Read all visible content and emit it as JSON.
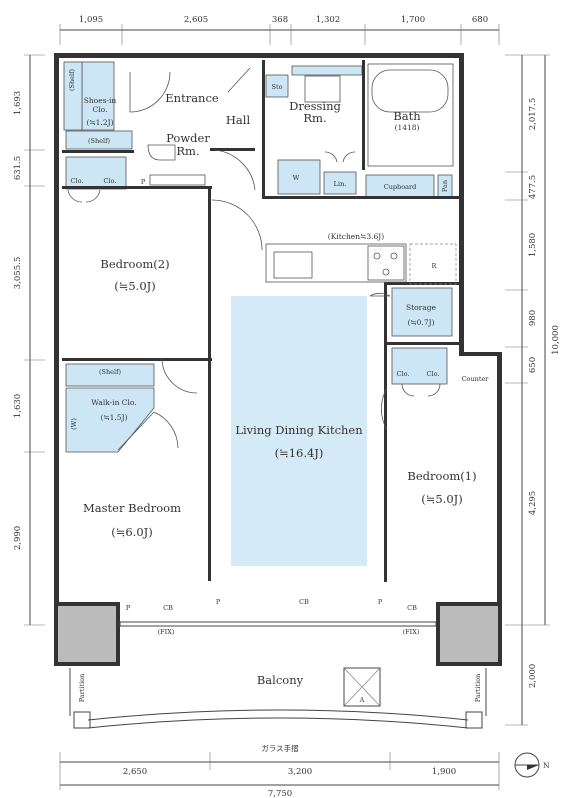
{
  "dimensions": {
    "top": [
      "1,095",
      "2,605",
      "368",
      "1,302",
      "1,700",
      "680"
    ],
    "bottom": [
      "2,650",
      "3,200",
      "1,900"
    ],
    "bottom_total": "7,750",
    "left": [
      "1,693",
      "631.5",
      "3,055.5",
      "1,630",
      "2,990"
    ],
    "right": [
      "2,017.5",
      "477.5",
      "1,580",
      "980",
      "650",
      "4,295",
      "2,000"
    ],
    "right_total": "10,000"
  },
  "rooms": {
    "entrance": "Entrance",
    "hall": "Hall",
    "dressing_line1": "Dressing",
    "dressing_line2": "Rm.",
    "bath": "Bath",
    "bath_size": "(1418)",
    "powder_line1": "Powder",
    "powder_line2": "Rm.",
    "shoes_line1": "Shoes-in",
    "shoes_line2": "Clo.",
    "shoes_area": "(≒1.2J)",
    "bedroom2": "Bedroom(2)",
    "bedroom2_area": "(≒5.0J)",
    "kitchen": "(Kitchen≒3.6J)",
    "ldk": "Living Dining Kitchen",
    "ldk_area": "(≒16.4J)",
    "storage": "Storage",
    "storage_area": "(≒0.7J)",
    "walkin_line1": "Walk-in Clo.",
    "walkin_area": "(≒1.5J)",
    "master": "Master Bedroom",
    "master_area": "(≒6.0J)",
    "bedroom1": "Bedroom(1)",
    "bedroom1_area": "(≒5.0J)",
    "balcony": "Balcony",
    "railing": "ガラス手摺"
  },
  "labels": {
    "shelf": "(Shelf)",
    "clo": "Clo.",
    "sto": "Sto",
    "w": "W",
    "lin": "Lin.",
    "cupboard": "Cupboard",
    "pan": "Pan",
    "r": "R",
    "counter": "Counter",
    "p": "P",
    "cb": "CB",
    "fix": "(FIX)",
    "partition": "Partition",
    "a": "A",
    "wl": "(W)",
    "north": "N"
  }
}
